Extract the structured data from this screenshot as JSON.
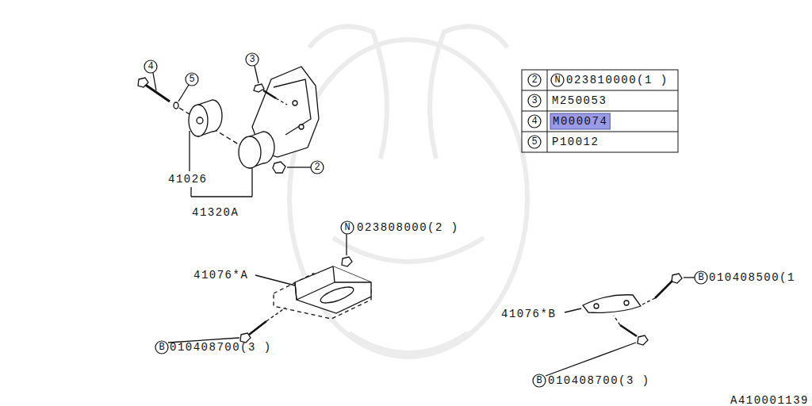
{
  "diagram": {
    "labels": [
      "4",
      "5",
      "3",
      "2",
      "41026",
      "41320A",
      "2",
      "N",
      "023810000(1 )",
      "3",
      "M250053",
      "4",
      "M000074",
      "5",
      "P10012",
      "N",
      "023808000(2 )",
      "41076*A",
      "B",
      "010408700(3 )",
      "B",
      "010408500(1",
      "41076*B",
      "B",
      "010408700(3 )",
      "A410001139"
    ]
  }
}
